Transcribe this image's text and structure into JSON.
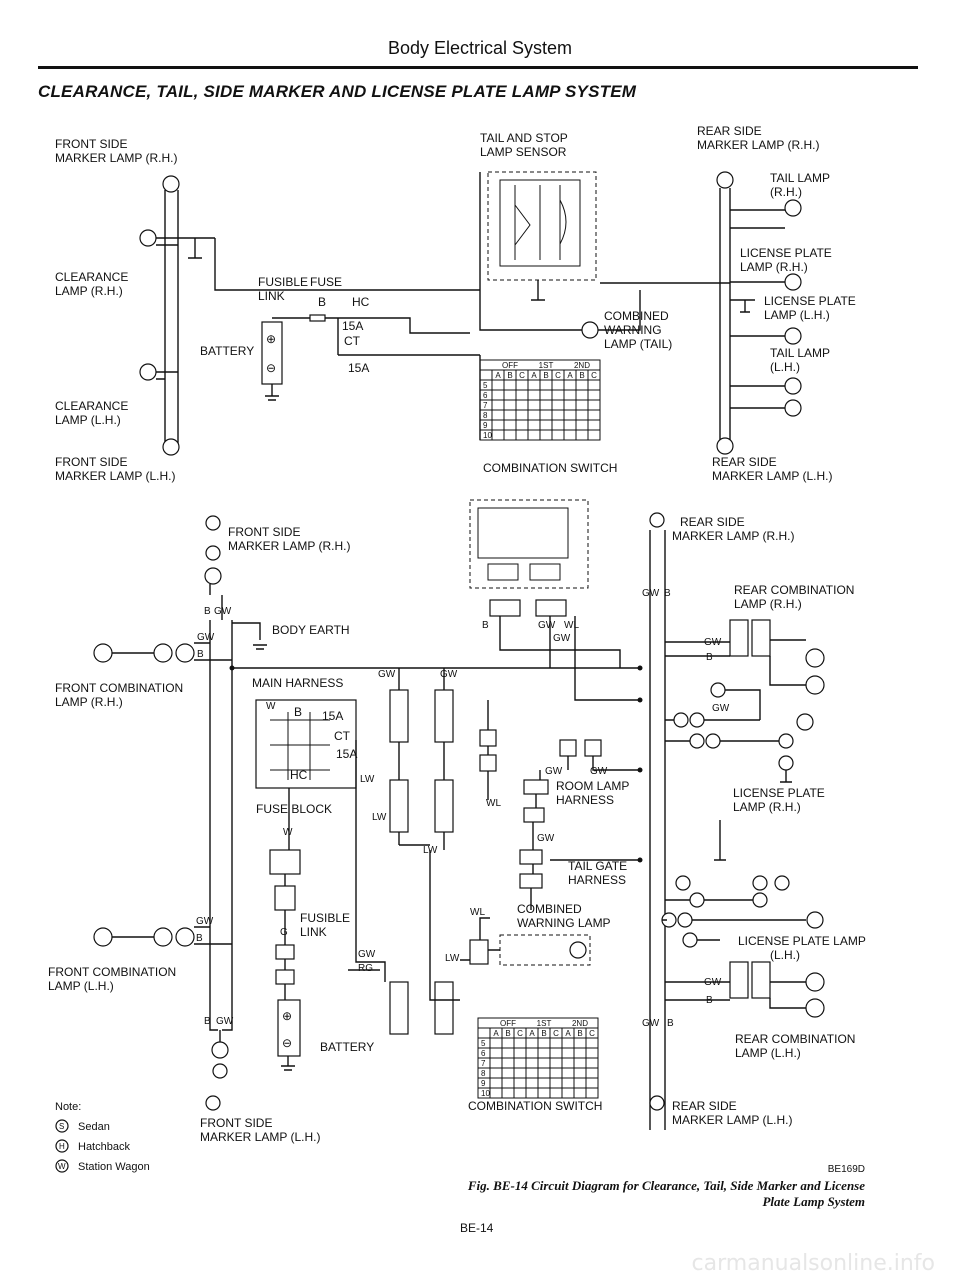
{
  "header": {
    "section": "Body Electrical System",
    "title": "CLEARANCE, TAIL, SIDE MARKER AND LICENSE PLATE LAMP SYSTEM"
  },
  "top_diagram": {
    "front_side_marker_rh": [
      "FRONT SIDE",
      "MARKER LAMP (R.H.)"
    ],
    "clearance_rh": [
      "CLEARANCE",
      "LAMP (R.H.)"
    ],
    "clearance_lh": [
      "CLEARANCE",
      "LAMP (L.H.)"
    ],
    "front_side_marker_lh": [
      "FRONT SIDE",
      "MARKER LAMP (L.H.)"
    ],
    "fusible_link": [
      "FUSIBLE",
      "LINK"
    ],
    "fuse": "FUSE",
    "fuse_b": "B",
    "fuse_hc": "HC",
    "fuse_15a_1": "15A",
    "fuse_ct": "CT",
    "fuse_15a_2": "15A",
    "battery": "BATTERY",
    "tail_stop_sensor": [
      "TAIL AND STOP",
      "LAMP SENSOR"
    ],
    "combined_warning": [
      "COMBINED",
      "WARNING",
      "LAMP (TAIL)"
    ],
    "combination_switch": "COMBINATION SWITCH",
    "rear_side_marker_rh": [
      "REAR SIDE",
      "MARKER LAMP (R.H.)"
    ],
    "tail_lamp_rh": [
      "TAIL LAMP",
      "(R.H.)"
    ],
    "license_rh": [
      "LICENSE PLATE",
      "LAMP (R.H.)"
    ],
    "license_lh": [
      "LICENSE PLATE",
      "LAMP (L.H.)"
    ],
    "tail_lamp_lh": [
      "TAIL LAMP",
      "(L.H.)"
    ],
    "rear_side_marker_lh": [
      "REAR SIDE",
      "MARKER LAMP (L.H.)"
    ]
  },
  "switch_table": {
    "header_top": [
      "OFF",
      "1ST",
      "2ND"
    ],
    "header_cols": [
      "A",
      "B",
      "C",
      "A",
      "B",
      "C",
      "A",
      "B",
      "C"
    ],
    "rows": [
      "5",
      "6",
      "7",
      "8",
      "9",
      "10"
    ]
  },
  "bottom_diagram": {
    "front_side_marker_rh": [
      "FRONT SIDE",
      "MARKER LAMP (R.H.)"
    ],
    "body_earth": "BODY EARTH",
    "front_combination_rh": [
      "FRONT COMBINATION",
      "LAMP (R.H.)"
    ],
    "main_harness": "MAIN HARNESS",
    "fuse_block": "FUSE BLOCK",
    "fb_15a_1": "15A",
    "fb_b": "B",
    "fb_ct": "CT",
    "fb_15a_2": "15A",
    "fb_hc": "HC",
    "fusible_link": [
      "FUSIBLE",
      "LINK"
    ],
    "battery": "BATTERY",
    "front_combination_lh": [
      "FRONT COMBINATION",
      "LAMP (L.H.)"
    ],
    "front_side_marker_lh": [
      "FRONT SIDE",
      "MARKER LAMP (L.H.)"
    ],
    "room_lamp": [
      "ROOM LAMP",
      "HARNESS"
    ],
    "tail_gate": [
      "TAIL GATE",
      "HARNESS"
    ],
    "combined_warning": [
      "COMBINED",
      "WARNING LAMP"
    ],
    "combination_switch": "COMBINATION SWITCH",
    "rear_side_marker_rh": [
      "REAR SIDE",
      "MARKER LAMP (R.H.)"
    ],
    "rear_combination_rh": [
      "REAR COMBINATION",
      "LAMP (R.H.)"
    ],
    "license_rh": [
      "LICENSE PLATE",
      "LAMP (R.H.)"
    ],
    "license_lh": [
      "LICENSE PLATE LAMP",
      "(L.H.)"
    ],
    "rear_combination_lh": [
      "REAR COMBINATION",
      "LAMP (L.H.)"
    ],
    "rear_side_marker_lh": [
      "REAR SIDE",
      "MARKER LAMP (L.H.)"
    ]
  },
  "wire_codes": {
    "b": "B",
    "gw": "GW",
    "wl": "WL",
    "w": "W",
    "lw": "LW",
    "rg": "RG",
    "g": "G"
  },
  "notes": {
    "title": "Note:",
    "items": [
      {
        "symbol": "S",
        "label": "Sedan"
      },
      {
        "symbol": "H",
        "label": "Hatchback"
      },
      {
        "symbol": "W",
        "label": "Station Wagon"
      }
    ]
  },
  "figure": {
    "code": "BE169D",
    "caption_1": "Fig. BE-14  Circuit Diagram for Clearance, Tail, Side Marker and License",
    "caption_2": "Plate Lamp System"
  },
  "page_number": "BE-14",
  "watermark": "carmanualsonline.info"
}
